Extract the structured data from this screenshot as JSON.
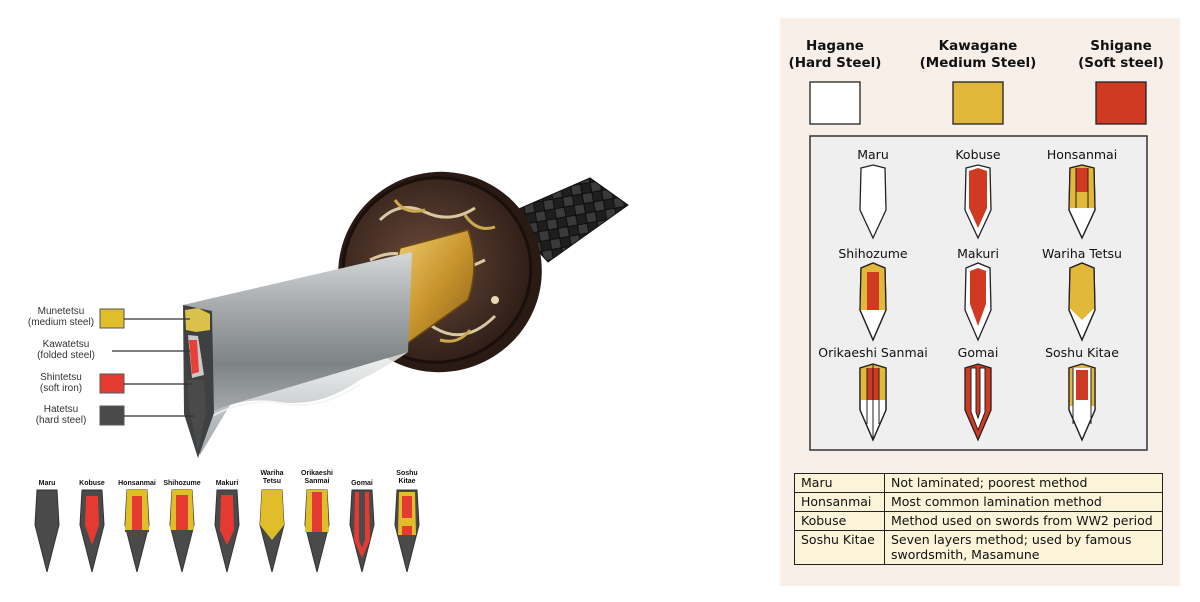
{
  "left_panel": {
    "layer_labels": [
      {
        "name": "Munetetsu",
        "sub": "(medium steel)",
        "swatch": "#e2bd2a"
      },
      {
        "name": "Kawatetsu",
        "sub": "(folded steel)",
        "swatch": null
      },
      {
        "name": "Shintetsu",
        "sub": "(soft iron)",
        "swatch": "#e53a32"
      },
      {
        "name": "Hatetsu",
        "sub": "(hard steel)",
        "swatch": "#4a4a4a"
      }
    ],
    "methods": [
      {
        "l1": "Maru",
        "l2": ""
      },
      {
        "l1": "Kobuse",
        "l2": ""
      },
      {
        "l1": "Honsanmai",
        "l2": ""
      },
      {
        "l1": "Shihozume",
        "l2": ""
      },
      {
        "l1": "Makuri",
        "l2": ""
      },
      {
        "l1": "Wariha",
        "l2": "Tetsu"
      },
      {
        "l1": "Orikaeshi",
        "l2": "Sanmai"
      },
      {
        "l1": "Gomai",
        "l2": ""
      },
      {
        "l1": "Soshu",
        "l2": "Kitae"
      }
    ]
  },
  "right_panel": {
    "legend": [
      {
        "title": "Hagane",
        "sub": "(Hard Steel)",
        "color": "#ffffff"
      },
      {
        "title": "Kawagane",
        "sub": "(Medium Steel)",
        "color": "#e2b83a"
      },
      {
        "title": "Shigane",
        "sub": "(Soft steel)",
        "color": "#d13a22"
      }
    ],
    "sections": [
      "Maru",
      "Kobuse",
      "Honsanmai",
      "Shihozume",
      "Makuri",
      "Wariha Tetsu",
      "Orikaeshi Sanmai",
      "Gomai",
      "Soshu Kitae"
    ],
    "table": [
      {
        "method": "Maru",
        "desc": "Not laminated; poorest method"
      },
      {
        "method": "Honsanmai",
        "desc": "Most common lamination method"
      },
      {
        "method": "Kobuse",
        "desc": "Method used on swords from WW2 period"
      },
      {
        "method": "Soshu Kitae",
        "desc": "Seven layers method; used by famous swordsmith, Masamune"
      }
    ]
  }
}
